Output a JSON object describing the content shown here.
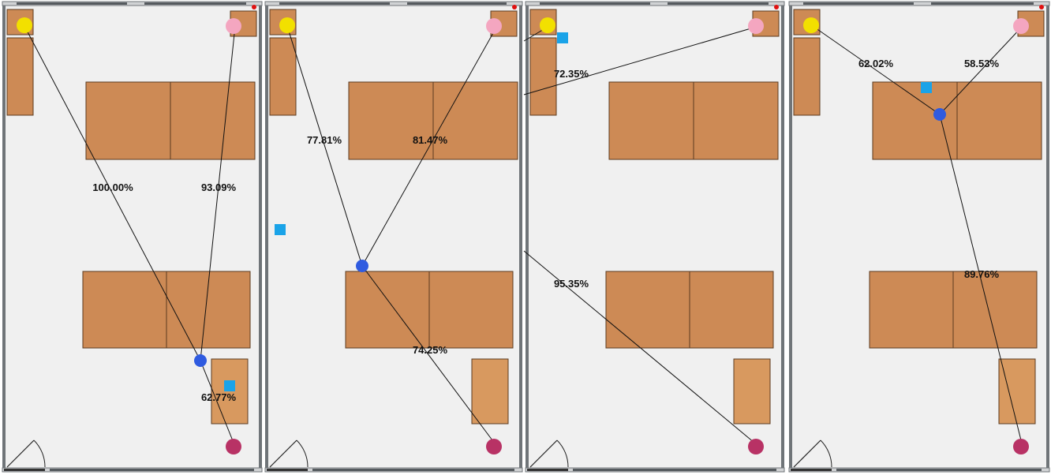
{
  "panels": [
    {
      "id": "room-1",
      "labels": [
        {
          "text": "100.00%"
        },
        {
          "text": "93.09%"
        },
        {
          "text": "62.77%"
        }
      ]
    },
    {
      "id": "room-2",
      "labels": [
        {
          "text": "77.81%"
        },
        {
          "text": "81.47%"
        },
        {
          "text": "74.25%"
        }
      ]
    },
    {
      "id": "room-3",
      "labels": [
        {
          "text": "72.35%"
        },
        {
          "text": "95.35%"
        }
      ]
    },
    {
      "id": "room-4",
      "labels": [
        {
          "text": "62.02%"
        },
        {
          "text": "58.53%"
        },
        {
          "text": "89.76%"
        }
      ]
    }
  ],
  "colors": {
    "floor": "#f0f0f0",
    "wall": "#6f7478",
    "furniture": "#cd8a55",
    "furniture_light": "#d8995f",
    "anchor_yellow": "#f2e000",
    "anchor_pink": "#f4a6c0",
    "anchor_magenta": "#b83265",
    "tag_blue": "#2f5be0",
    "marker_cyan": "#1aa3e8",
    "corner_red": "#e01010"
  }
}
